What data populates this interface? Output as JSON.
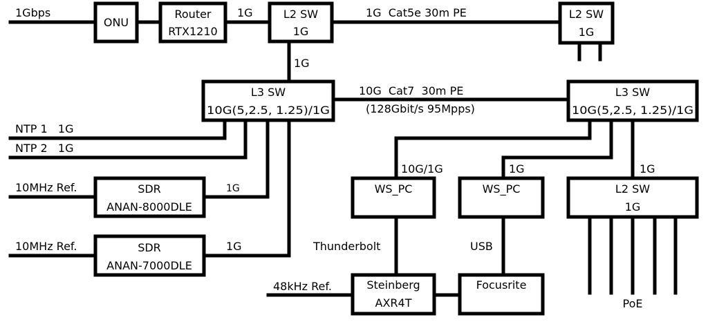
{
  "diagram": {
    "inputs": {
      "wan": "1Gbps",
      "ntp1": "NTP 1   1G",
      "ntp2": "NTP 2   1G",
      "ref_8000": "10MHz Ref.",
      "ref_7000": "10MHz Ref.",
      "ref_48k": "48kHz Ref."
    },
    "nodes": {
      "onu": {
        "line1": "ONU"
      },
      "router": {
        "line1": "Router",
        "line2": "RTX1210"
      },
      "l2_top": {
        "line1": "L2 SW",
        "line2": "1G"
      },
      "l2_remote": {
        "line1": "L2 SW",
        "line2": "1G"
      },
      "l3_left": {
        "line1": "L3 SW",
        "line2": "10G(5,2.5, 1.25)/1G"
      },
      "l3_right": {
        "line1": "L3 SW",
        "line2": "10G(5,2.5, 1.25)/1G"
      },
      "sdr_8000": {
        "line1": "SDR",
        "line2": "ANAN-8000DLE"
      },
      "sdr_7000": {
        "line1": "SDR",
        "line2": "ANAN-7000DLE"
      },
      "ws_pc_1": {
        "line1": "WS_PC"
      },
      "ws_pc_2": {
        "line1": "WS_PC"
      },
      "l2_poe": {
        "line1": "L2 SW",
        "line2": "1G"
      },
      "steinberg": {
        "line1": "Steinberg",
        "line2": "AXR4T"
      },
      "focusrite": {
        "line1": "Focusrite"
      }
    },
    "links": {
      "router_l2": "1G",
      "l2_l3": "1G",
      "l2_remote_link": "1G  Cat5e 30m PE",
      "l3_link_line1": "10G  Cat7  30m PE",
      "l3_link_line2": "(128Gbit/s 95Mpps)",
      "sdr_8000_link": "1G",
      "sdr_7000_link": "1G",
      "ws_pc_1_link": "10G/1G",
      "ws_pc_2_link": "1G",
      "l2_poe_link": "1G",
      "thunderbolt": "Thunderbolt",
      "usb": "USB",
      "poe": "PoE"
    }
  }
}
